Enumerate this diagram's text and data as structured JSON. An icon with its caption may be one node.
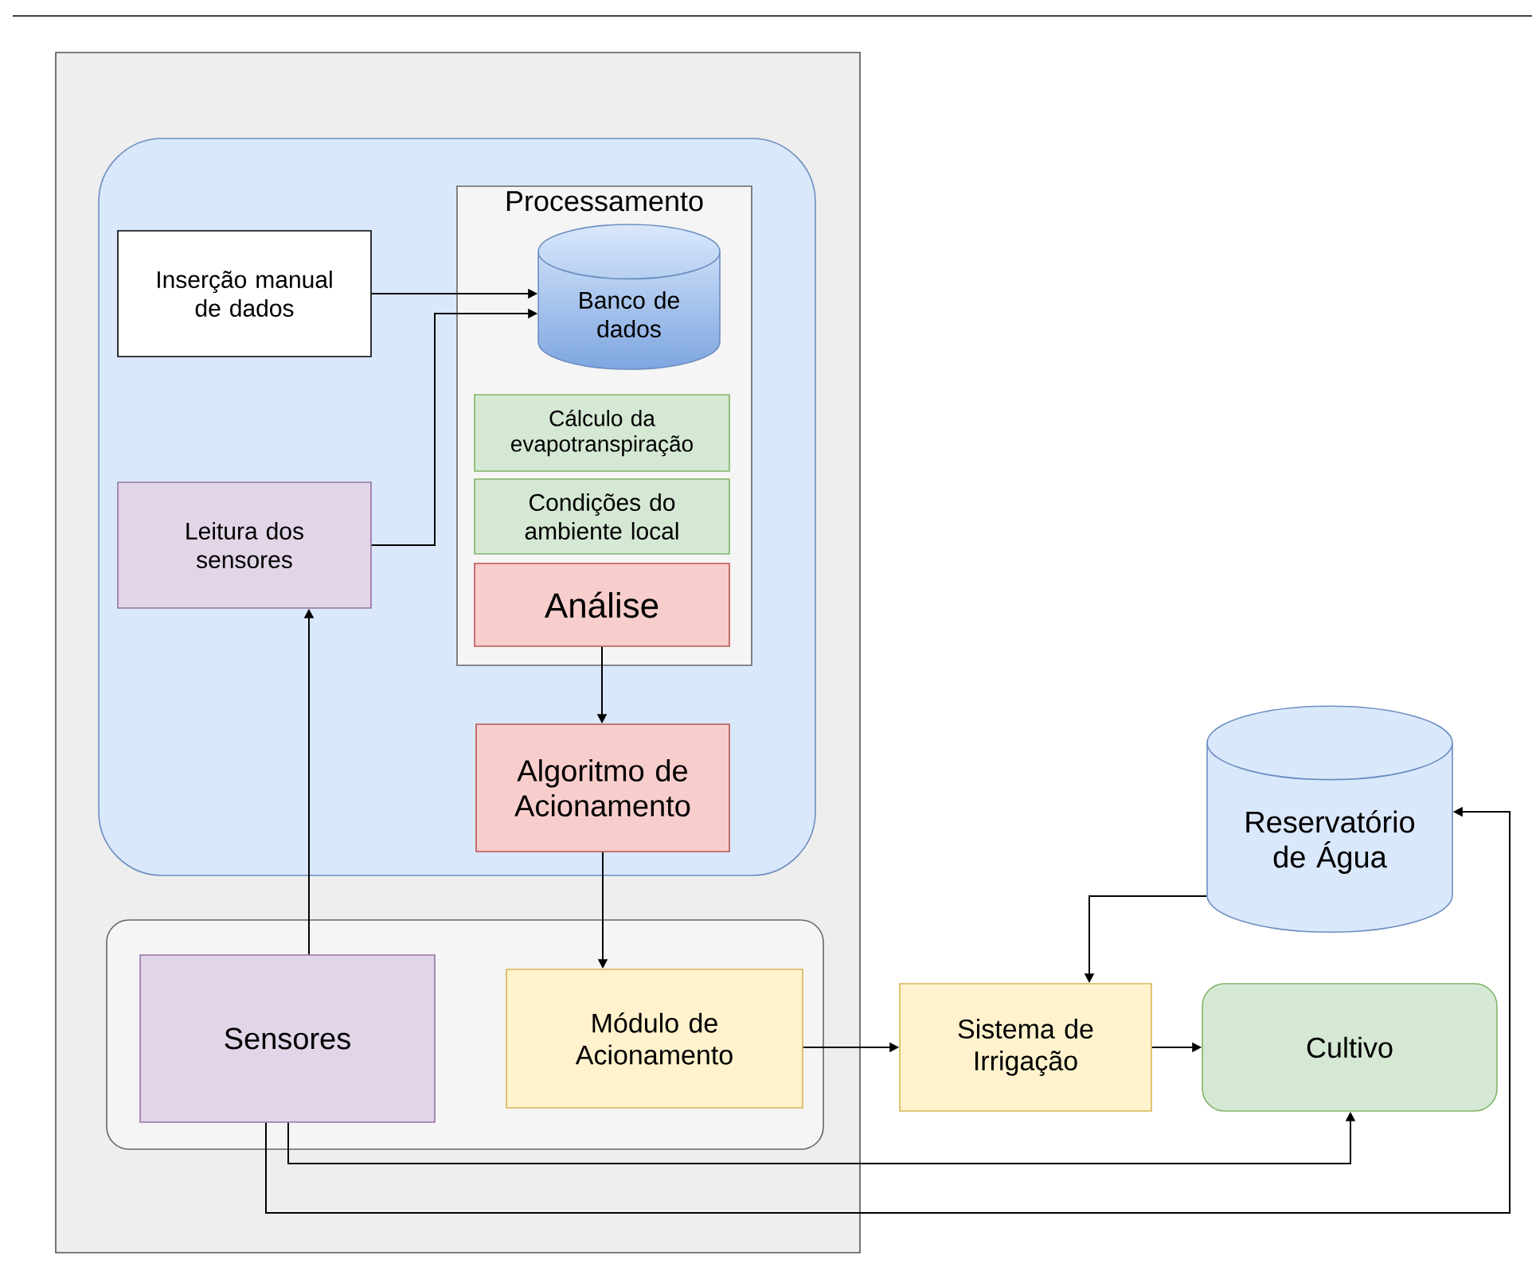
{
  "diagram": {
    "nodes": [
      {
        "text": [],
        "shape": "box"
      },
      {
        "text": [],
        "shape": "box",
        "in": 0
      },
      {
        "text": [
          "Processamento"
        ],
        "in": 1
      },
      {
        "text": [
          "Inserção manual de dados"
        ],
        "in": 1
      },
      {
        "text": [
          "Banco de dados"
        ],
        "in": 2
      },
      {
        "text": [
          "Cálculo da evapotranspiração"
        ],
        "in": 2
      },
      {
        "text": [
          "Condições do ambiente local"
        ],
        "in": 2
      },
      {
        "text": [
          "Análise"
        ],
        "in": 2
      },
      {
        "text": [
          "Leitura dos sensores"
        ],
        "in": 1
      },
      {
        "text": [
          "Algoritmo de Acionamento"
        ],
        "in": 1
      },
      {
        "text": [],
        "shape": "box",
        "in": 0
      },
      {
        "text": [
          "Sensores"
        ],
        "in": 10
      },
      {
        "text": [
          "Módulo de Acionamento"
        ],
        "in": 10
      },
      {
        "text": [
          "Sistema de Irrigação"
        ]
      },
      {
        "text": [
          "Cultivo"
        ]
      },
      {
        "text": [
          "Reservatório de Água"
        ]
      }
    ],
    "edges": [
      {
        "from": 3,
        "to": 4,
        "arrow": "to"
      },
      {
        "from": 8,
        "to": 4,
        "arrow": "to"
      },
      {
        "from": 7,
        "to": 9,
        "arrow": "to"
      },
      {
        "from": 9,
        "to": 12,
        "arrow": "to"
      },
      {
        "from": 11,
        "to": 8,
        "arrow": "to"
      },
      {
        "from": 12,
        "to": 13,
        "arrow": "to"
      },
      {
        "from": 13,
        "to": 14,
        "arrow": "to"
      },
      {
        "from": 15,
        "to": 13,
        "arrow": "to"
      },
      {
        "from": 11,
        "to": 14,
        "arrow": "to"
      },
      {
        "from": 11,
        "to": 15,
        "arrow": "to"
      }
    ]
  }
}
